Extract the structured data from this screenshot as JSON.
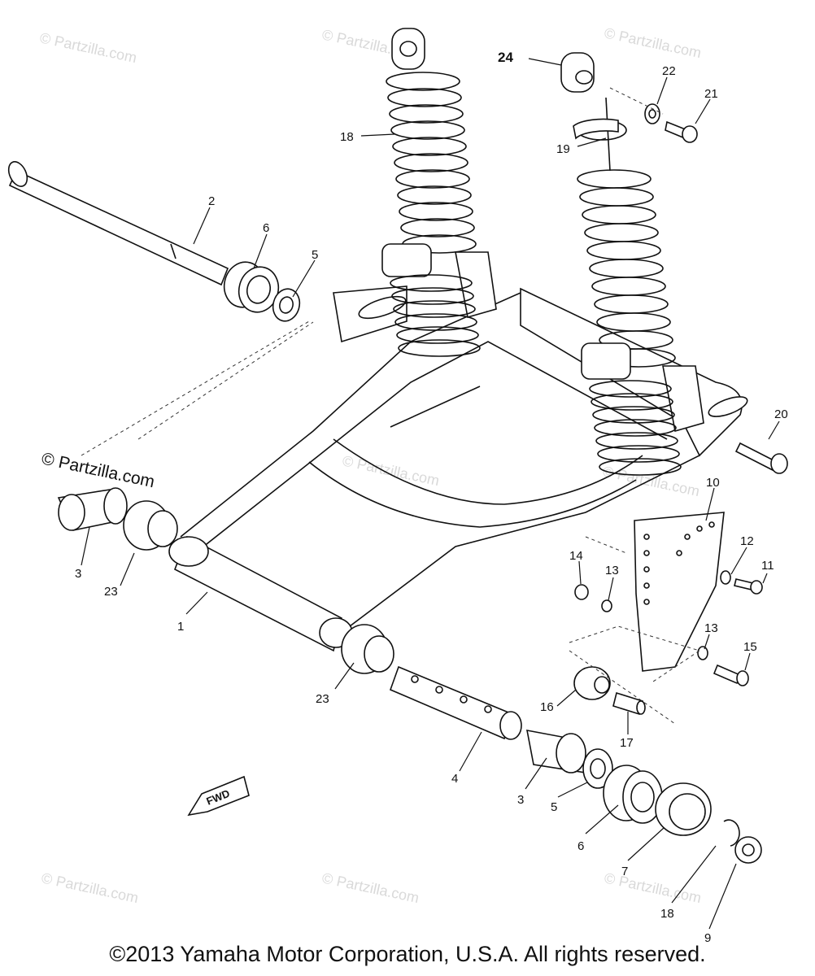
{
  "watermarks": {
    "faint": [
      "© Partzilla.com",
      "© Partzilla.com",
      "© Partzilla.com",
      "© Partzilla.com",
      "© Partzilla.com",
      "© Partzilla.com",
      "© Partzilla.com"
    ],
    "prominent": "© Partzilla.com"
  },
  "callouts": {
    "c1": "1",
    "c2": "2",
    "c3a": "3",
    "c3b": "3",
    "c4": "4",
    "c5a": "5",
    "c5b": "5",
    "c6a": "6",
    "c6b": "6",
    "c7": "7",
    "c9": "9",
    "c10": "10",
    "c11": "11",
    "c12": "12",
    "c13a": "13",
    "c13b": "13",
    "c14": "14",
    "c15": "15",
    "c16": "16",
    "c17": "17",
    "c18a": "18",
    "c18b": "18",
    "c19": "19",
    "c20": "20",
    "c21": "21",
    "c22": "22",
    "c23a": "23",
    "c23b": "23",
    "c24": "24"
  },
  "fwd_label": "FWD",
  "copyright": "©2013  Yamaha Motor Corporation, U.S.A. All rights reserved."
}
